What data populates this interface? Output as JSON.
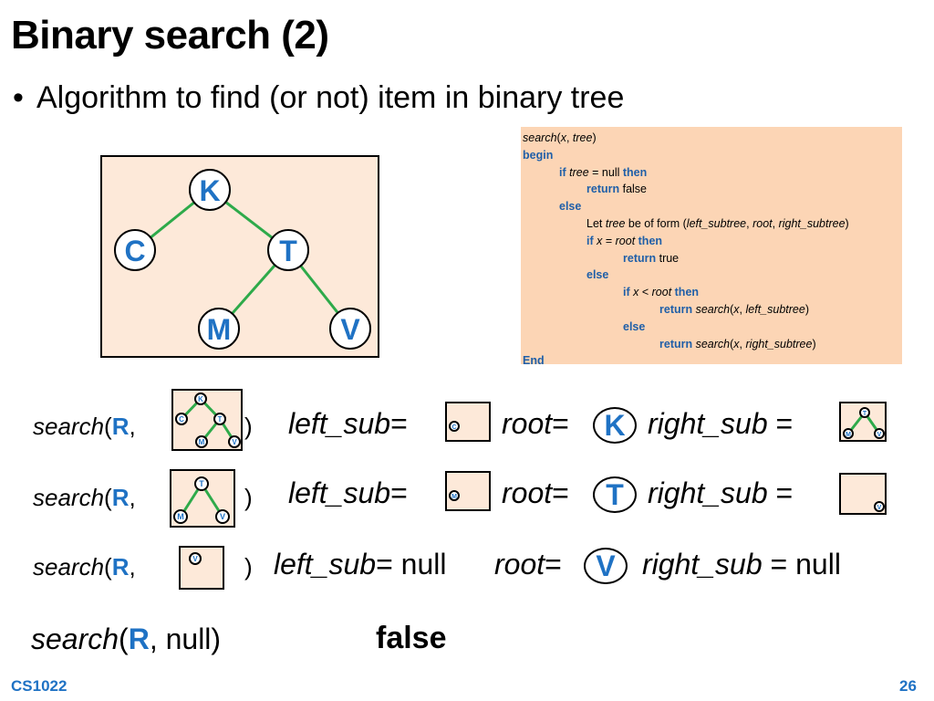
{
  "slide": {
    "title": "Binary search (2)",
    "bullet_marker": "•",
    "bullet": "Algorithm to find (or not) item in binary tree",
    "footer_left": "CS1022",
    "page_number": "26"
  },
  "tree": {
    "nodes": {
      "root": "K",
      "left": "C",
      "right": "T",
      "right_left": "M",
      "right_right": "V"
    }
  },
  "code": {
    "l1_fn": "search",
    "l1_open": "(",
    "l1_x": "x",
    "l1_comma": ", ",
    "l1_tree": "tree",
    "l1_close": ")",
    "l2": "begin",
    "l3_if": "if",
    "l3_tree": "tree",
    "l3_eq": " = null ",
    "l3_then": "then",
    "l4_return": "return",
    "l4_val": " false",
    "l5": "else",
    "l6_a": "Let ",
    "l6_tree": "tree",
    "l6_b": " be of form (",
    "l6_ls": "left_subtree",
    "l6_c": ", ",
    "l6_root": "root",
    "l6_d": ", ",
    "l6_rs": "right_subtree",
    "l6_e": ")",
    "l7_if": "if",
    "l7_x": " x",
    "l7_eq": " = ",
    "l7_root": "root",
    "l7_then": " then",
    "l8_return": "return",
    "l8_val": " true",
    "l9": "else",
    "l10_if": "if",
    "l10_x": " x",
    "l10_lt": " < ",
    "l10_root": "root",
    "l10_then": " then",
    "l11_return": "return",
    "l11_fn": " search",
    "l11_a": "(",
    "l11_x": "x",
    "l11_b": ", ",
    "l11_ls": "left_subtree",
    "l11_c": ")",
    "l12": "else",
    "l13_return": "return",
    "l13_fn": " search",
    "l13_a": "(",
    "l13_x": "x",
    "l13_b": ", ",
    "l13_rs": "right_subtree",
    "l13_c": ")",
    "l14": "End"
  },
  "rows": {
    "search_word": "search",
    "open_paren": "(",
    "arg_R": "R",
    "comma": ",",
    "close_paren": ")",
    "left_sub": "left_sub",
    "root": "root",
    "right_sub": "right_sub",
    "eq": "=",
    "eq_spaced": " =",
    "null": "null",
    "eq_null": "= null",
    "eq_null2": " = null",
    "r1_root": "K",
    "r2_root": "T",
    "r3_root": "V",
    "last_arg": ", null)",
    "false_word": "false",
    "mini": {
      "K": "K",
      "C": "C",
      "T": "T",
      "M": "M",
      "V": "V"
    }
  },
  "colors": {
    "accent": "#1f72c4",
    "edge": "#2eaa4a",
    "tree_bg": "#fde9d9",
    "code_bg": "#fcd5b5"
  }
}
